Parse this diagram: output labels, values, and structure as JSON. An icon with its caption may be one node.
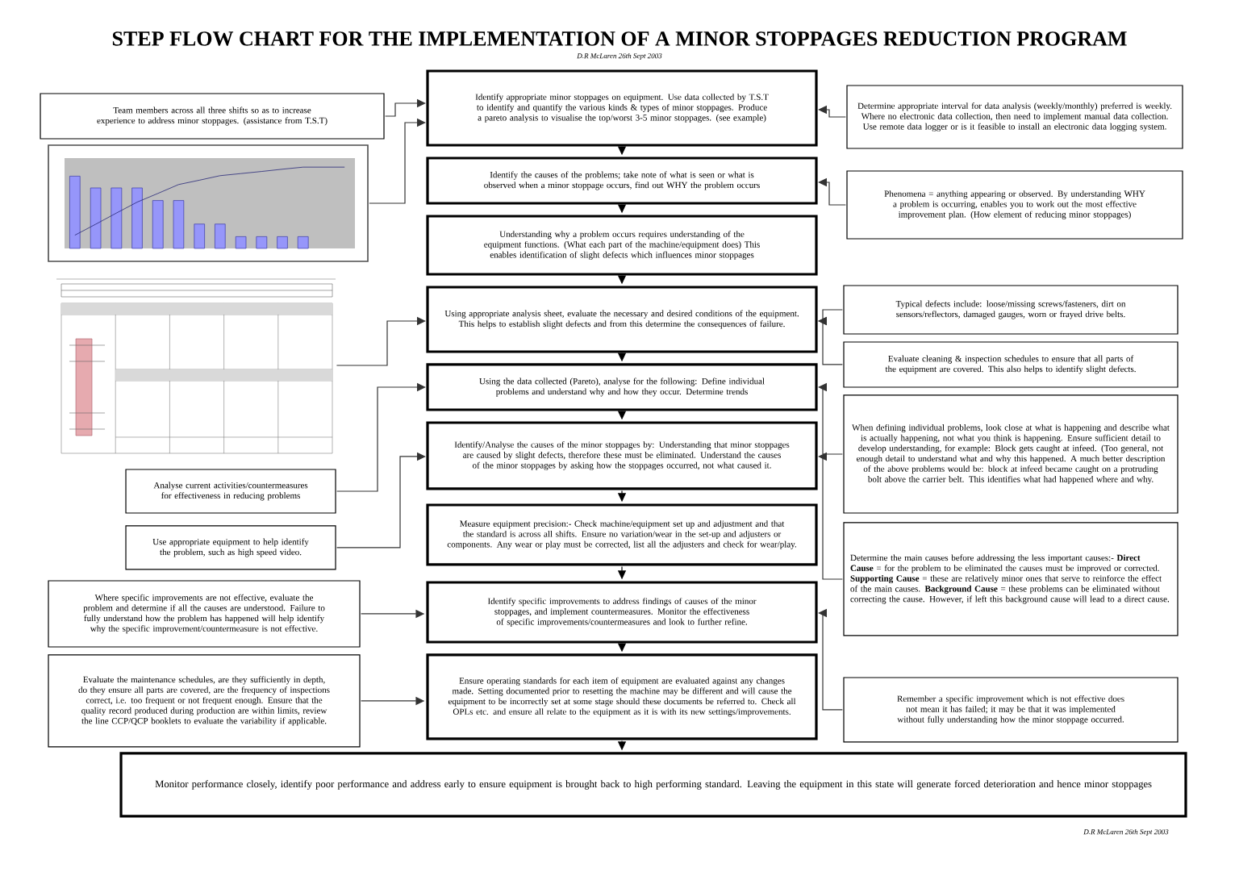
{
  "diagram": {
    "title": "STEP FLOW CHART FOR THE IMPLEMENTATION OF A MINOR STOPPAGES REDUCTION PROGRAM",
    "nodes": [
      {
        "text": [
          "Team members across all three shifts so as to increase experience to address minor stoppages. (assistance from T.S.T)"
        ]
      },
      {
        "text": [
          "Identify appropriate minor stoppages on equipment. Use data collected by T.S.T to identify and quantify the various kinds & types of minor stoppages. Produce a pareto analysis to visualise the top/worst 3-5 minor stoppages. (see example)"
        ]
      },
      {
        "text": [
          "Determine appropriate interval for data analysis (weekly/monthly) preferred is weekly. Where no electronic data collection, then need to implement manual data collection. Use remote data logger or is it feasible to install an electronic data logging system."
        ]
      },
      {
        "text": [],
        "shape": "picture"
      },
      {
        "text": [
          "Identify the causes of the problems; take note of what is seen or what is observed when a minor stoppage occurs, find out WHY the problem occurs"
        ]
      },
      {
        "text": [
          "Phenomena = anything appearing or observed. By understanding WHY a problem is occurring, enables you to work out the most effective improvement plan. (How element of reducing minor stoppages)"
        ]
      },
      {
        "text": [
          "Understanding why a problem occurs requires understanding of the equipment functions. (What each part of the machine/equipment does) This enables identification of slight defects which influences minor stoppages"
        ]
      },
      {
        "text": [],
        "shape": "picture"
      },
      {
        "text": [
          "Using appropriate analysis sheet, evaluate the necessary and desired conditions of the equipment. This helps to establish slight defects and from this determine the consequences of failure."
        ]
      },
      {
        "text": [
          "Typical defects include: loose/missing screws/fasteners, dirt on sensors/reflectors, damaged gauges, worn or frayed drive belts."
        ]
      },
      {
        "text": [
          "Evaluate cleaning & inspection schedules to ensure that all parts of the equipment are covered. This also helps to identify slight defects."
        ]
      },
      {
        "text": [
          "Using the data collected (Pareto), analyse for the following: Define individual problems and understand why and how they occur. Determine trends"
        ]
      },
      {
        "text": [
          "When defining individual problems, look close at what is happening and describe what is actually happening, not what you think is happening. Ensure sufficient detail to develop understanding, for example: Block gets caught at infeed. (Too general, not enough detail to understand what and why this happened. A much better description of the above problems would be: block at infeed became caught on a protruding bolt above the carrier belt. This identifies what had happened where and why."
        ]
      },
      {
        "text": [
          "Identify/Analyse the causes of the minor stoppages by: Understanding that minor stoppages are caused by slight defects, therefore these must be eliminated. Understand the causes of the minor stoppages by asking how the stoppages occurred, not what caused it."
        ]
      },
      {
        "text": [
          "Analyse current activities/countermeasures for effectiveness in reducing problems"
        ]
      },
      {
        "text": [
          "Use appropriate equipment to help identify the problem, such as high speed video."
        ]
      },
      {
        "text": [
          "Measure equipment precision:- Check machine/equipment set up and adjustment and that the standard is across all shifts. Ensure no variation/wear in the set-up and adjusters or components. Any wear or play must be corrected, list all the adjusters and check for wear/play."
        ]
      },
      {
        "text": [
          "Determine the main causes before addressing the less important causes:- **Direct Cause** = for the problem to be eliminated the causes must be improved or corrected. **Supporting Cause** = these are relatively minor ones that serve to reinforce the effect of the main causes. **Background Cause** = these problems can be eliminated without correcting the cause. However, if left this background cause will lead to a direct cause."
        ]
      },
      {
        "text": [
          "Where specific improvements are not effective, evaluate the problem and determine if all the causes are understood. Failure to fully understand how the problem has happened will help identify why the specific improvement/countermeasure is not effective."
        ]
      },
      {
        "text": [
          "Identify specific improvements to address findings of causes of the minor stoppages, and implement countermeasures. Monitor the effectiveness of specific improvements/countermeasures and look to further refine."
        ]
      },
      {
        "text": [
          "Evaluate the maintenance schedules, are they sufficiently in depth, do they ensure all parts are covered, are the frequency of inspections correct, i.e. too frequent or not frequent enough. Ensure that the quality record produced during production are within limits, review the line CCP/QCP booklets to evaluate the variability if applicable."
        ]
      },
      {
        "text": [
          "Ensure operating standards for each item of equipment are evaluated against any changes made. Setting documented prior to resetting the machine may be different and will cause the equipment to be incorrectly set at some stage should these documents be referred to. Check all OPLs etc. and ensure all relate to the equipment as it is with its new settings/improvements."
        ]
      },
      {
        "text": [
          "Remember a specific improvement which is not effective does not mean it has failed; it may be that it was implemented without fully understanding how the minor stoppage occurred."
        ]
      },
      {
        "text": [
          "Monitor performance closely, identify poor performance and address early to ensure equipment is brought back to high performing standard. Leaving the equipment in this state will generate forced deterioration and hence minor stoppages"
        ]
      }
    ],
    "edges": [
      {
        "from": 1,
        "to": 4,
        "arrow": "to"
      },
      {
        "from": 4,
        "to": 6,
        "arrow": "to"
      },
      {
        "from": 6,
        "to": 8,
        "arrow": "to"
      },
      {
        "from": 8,
        "to": 11,
        "arrow": "to"
      },
      {
        "from": 11,
        "to": 13,
        "arrow": "to"
      },
      {
        "from": 13,
        "to": 16,
        "arrow": "to"
      },
      {
        "from": 16,
        "to": 19,
        "arrow": "to"
      },
      {
        "from": 19,
        "to": 21,
        "arrow": "to"
      },
      {
        "from": 21,
        "to": 23,
        "arrow": "to"
      },
      {
        "from": 0,
        "to": 1,
        "arrow": "to"
      },
      {
        "from": 3,
        "to": 1,
        "arrow": "to"
      },
      {
        "from": 2,
        "to": 1,
        "arrow": "to"
      },
      {
        "from": 5,
        "to": 4,
        "arrow": "to"
      },
      {
        "from": 7,
        "to": 8,
        "arrow": "to"
      },
      {
        "from": 9,
        "to": 8,
        "arrow": "to"
      },
      {
        "from": 10,
        "to": 8,
        "arrow": "to"
      },
      {
        "from": 12,
        "to": 11,
        "arrow": "to"
      },
      {
        "from": 14,
        "to": 11,
        "arrow": "to"
      },
      {
        "from": 15,
        "to": 13,
        "arrow": "to"
      },
      {
        "from": 17,
        "to": 13,
        "arrow": "to"
      },
      {
        "from": 18,
        "to": 19,
        "arrow": "to"
      },
      {
        "from": 20,
        "to": 21,
        "arrow": "to"
      },
      {
        "from": 22,
        "to": 19,
        "arrow": "to"
      }
    ],
    "labels": [
      "D.R McLaren 26th Sept 2003",
      "D.R McLaren 26th Sept 2003"
    ]
  }
}
